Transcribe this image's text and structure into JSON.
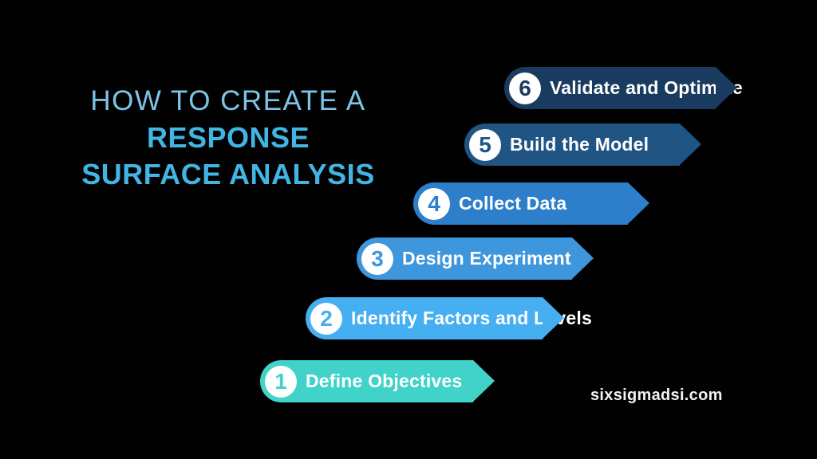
{
  "background_color": "#010101",
  "title": {
    "line1": "HOW TO CREATE A",
    "line2": "RESPONSE",
    "line3": "SURFACE ANALYSIS",
    "line1_color": "#7cc5e8",
    "line23_color": "#41b5e4"
  },
  "steps": [
    {
      "number": "1",
      "label": "Define Objectives",
      "color": "#41d3c9"
    },
    {
      "number": "2",
      "label": "Identify Factors and Levels",
      "color": "#45aff1"
    },
    {
      "number": "3",
      "label": "Design Experiments",
      "color": "#3e96dd"
    },
    {
      "number": "4",
      "label": "Collect Data",
      "color": "#2d7ecb"
    },
    {
      "number": "5",
      "label": "Build the Model",
      "color": "#1f5483"
    },
    {
      "number": "6",
      "label": "Validate and Optimize",
      "color": "#193b5f"
    }
  ],
  "circle_fill": "#ffffff",
  "label_color": "#ffffff",
  "watermark": "sixsigmadsi.com"
}
